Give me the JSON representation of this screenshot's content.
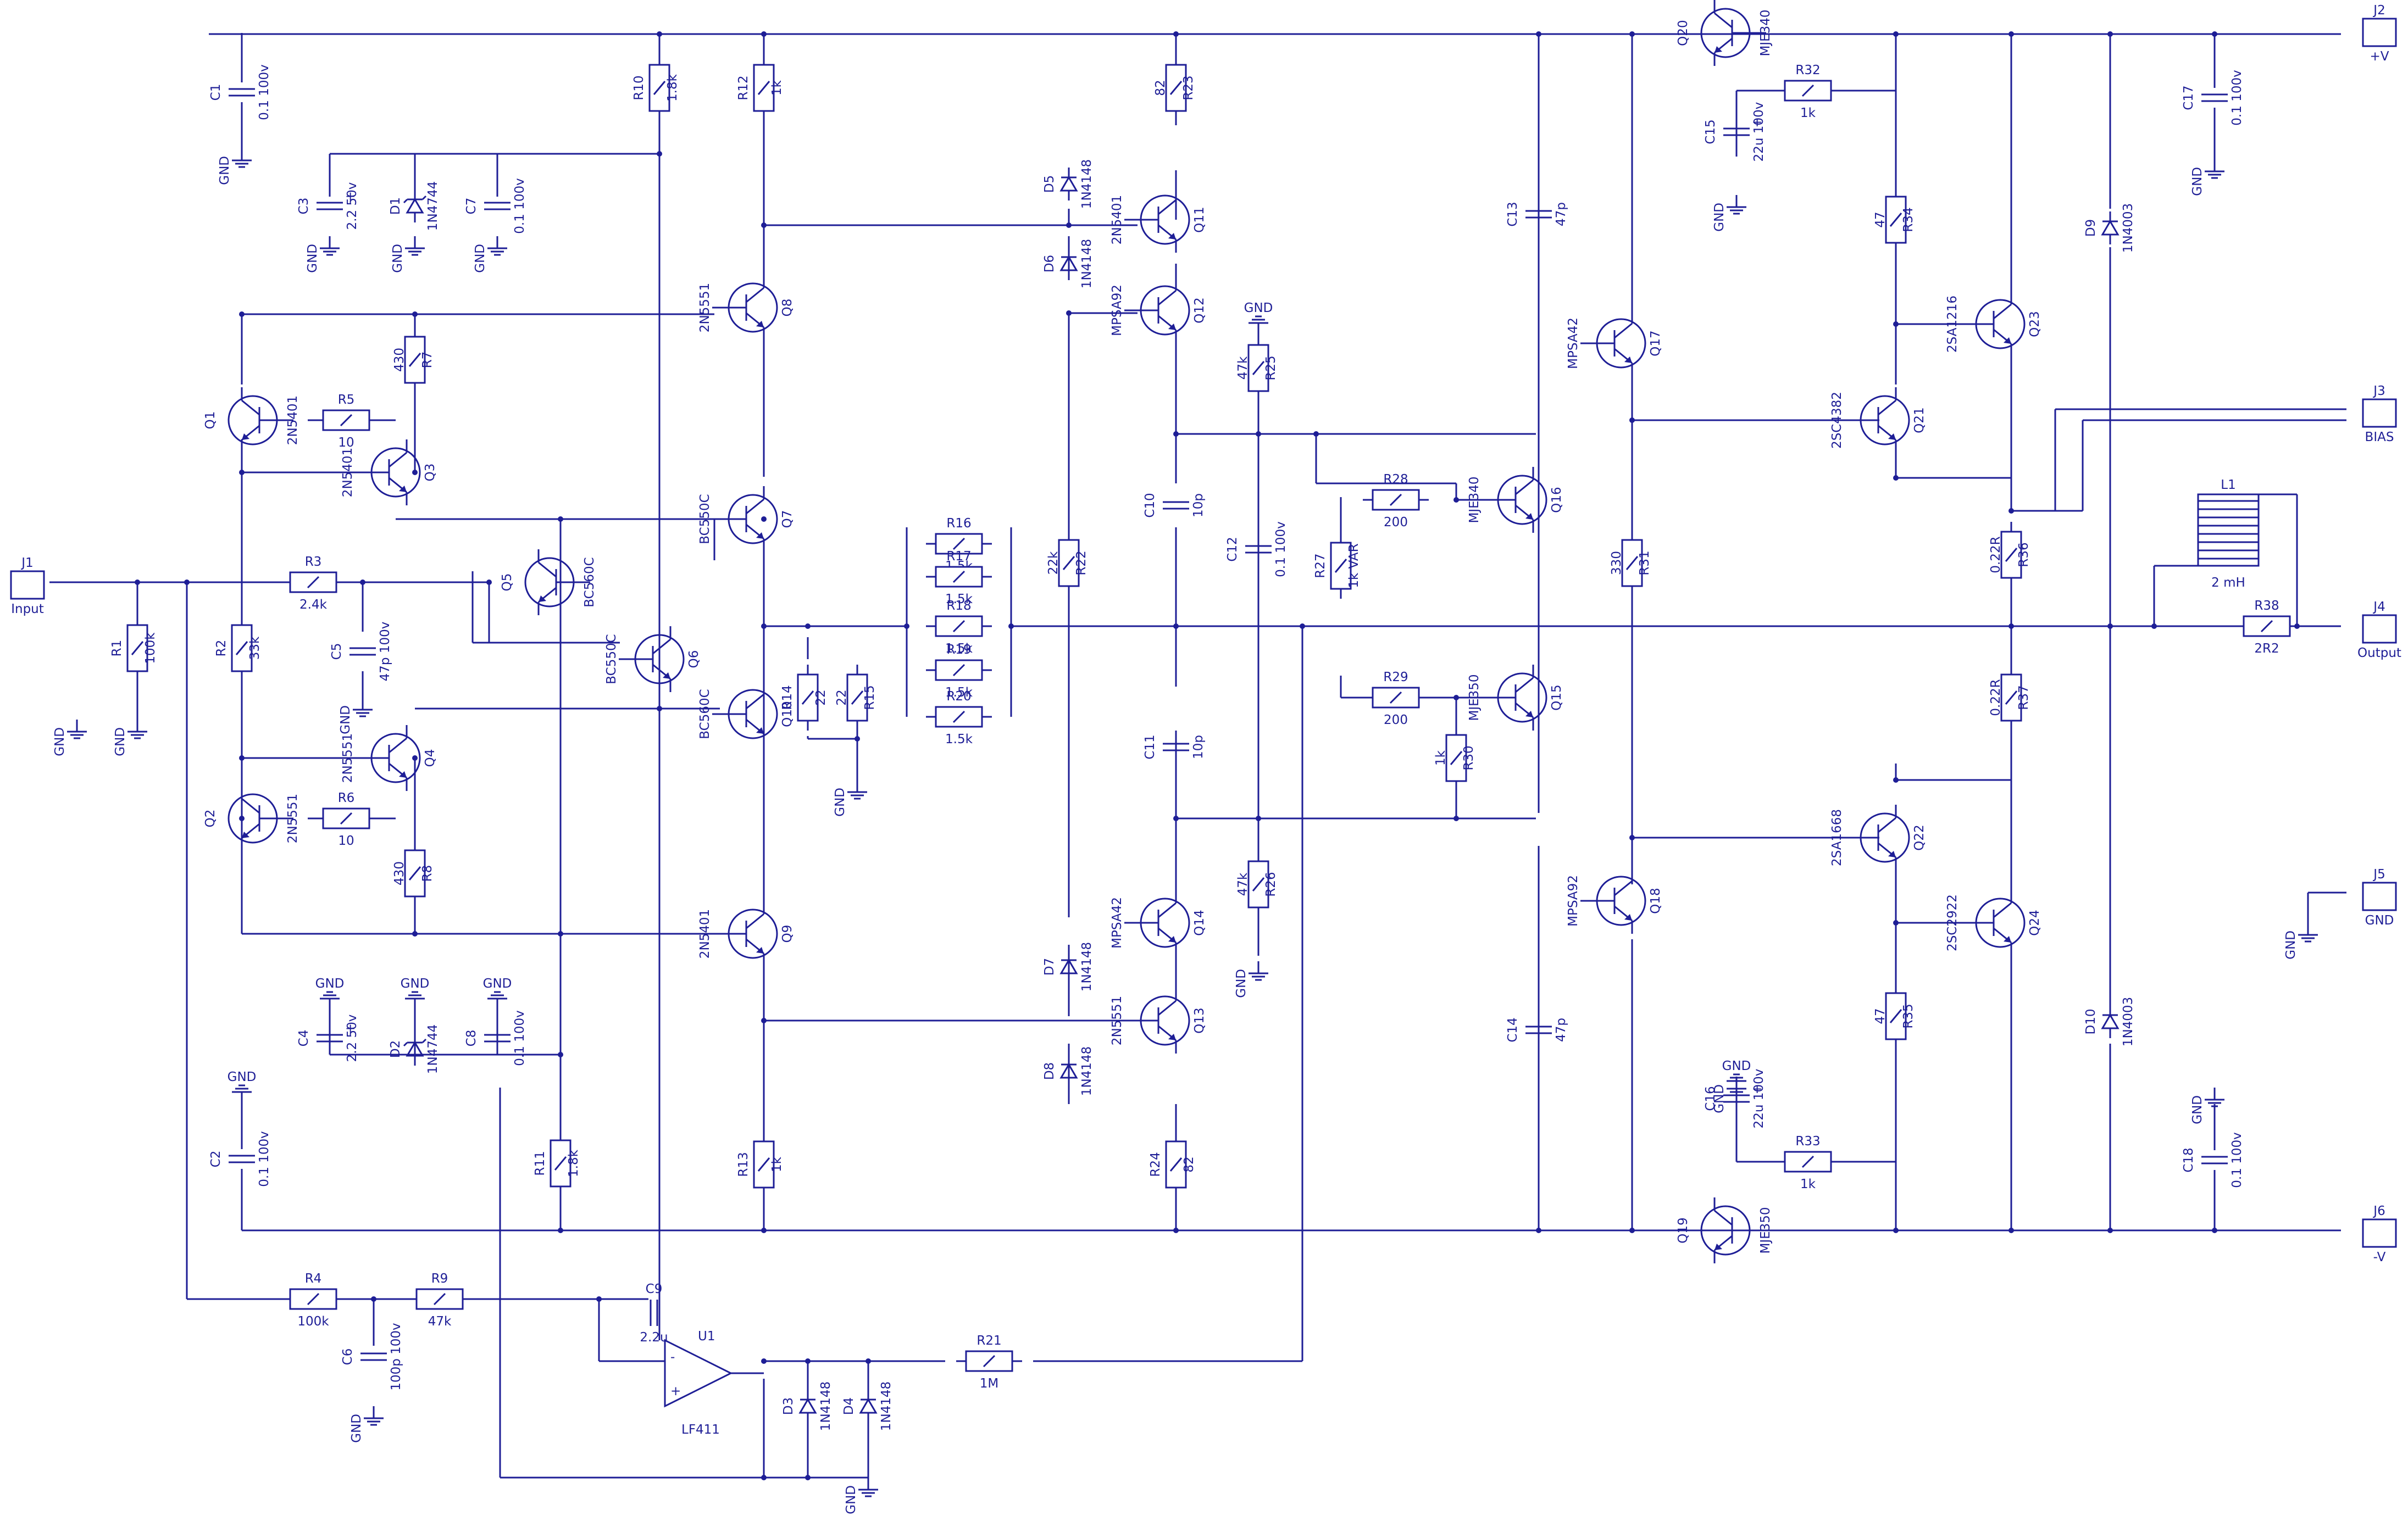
{
  "colors": {
    "ink": "#1e1e96",
    "background": "#ffffff"
  },
  "labels": {
    "gnd": "GND"
  },
  "connectors": [
    {
      "ref": "J1",
      "name": "Input"
    },
    {
      "ref": "J2",
      "name": "+V"
    },
    {
      "ref": "J3",
      "name": "BIAS"
    },
    {
      "ref": "J4",
      "name": "Output"
    },
    {
      "ref": "J5",
      "name": "GND"
    },
    {
      "ref": "J6",
      "name": "-V"
    }
  ],
  "resistors": [
    {
      "ref": "R1",
      "value": "100k"
    },
    {
      "ref": "R2",
      "value": "33k"
    },
    {
      "ref": "R3",
      "value": "2.4k"
    },
    {
      "ref": "R4",
      "value": "100k"
    },
    {
      "ref": "R5",
      "value": "10"
    },
    {
      "ref": "R6",
      "value": "10"
    },
    {
      "ref": "R7",
      "value": "430"
    },
    {
      "ref": "R8",
      "value": "430"
    },
    {
      "ref": "R9",
      "value": "47k"
    },
    {
      "ref": "R10",
      "value": "1.8k"
    },
    {
      "ref": "R11",
      "value": "1.8k"
    },
    {
      "ref": "R12",
      "value": "1k"
    },
    {
      "ref": "R13",
      "value": "1k"
    },
    {
      "ref": "R14",
      "value": "22"
    },
    {
      "ref": "R15",
      "value": "22"
    },
    {
      "ref": "R16",
      "value": "1.5k"
    },
    {
      "ref": "R17",
      "value": "1.5k"
    },
    {
      "ref": "R18",
      "value": "1.5k"
    },
    {
      "ref": "R19",
      "value": "1.5k"
    },
    {
      "ref": "R20",
      "value": "1.5k"
    },
    {
      "ref": "R21",
      "value": "1M"
    },
    {
      "ref": "R22",
      "value": "22k"
    },
    {
      "ref": "R23",
      "value": "82"
    },
    {
      "ref": "R24",
      "value": "82"
    },
    {
      "ref": "R25",
      "value": "47k"
    },
    {
      "ref": "R26",
      "value": "47k"
    },
    {
      "ref": "R27",
      "value": "1k VAR"
    },
    {
      "ref": "R28",
      "value": "200"
    },
    {
      "ref": "R29",
      "value": "200"
    },
    {
      "ref": "R30",
      "value": "1k"
    },
    {
      "ref": "R31",
      "value": "330"
    },
    {
      "ref": "R32",
      "value": "1k"
    },
    {
      "ref": "R33",
      "value": "1k"
    },
    {
      "ref": "R34",
      "value": "47"
    },
    {
      "ref": "R35",
      "value": "47"
    },
    {
      "ref": "R36",
      "value": "0.22R"
    },
    {
      "ref": "R37",
      "value": "0.22R"
    },
    {
      "ref": "R38",
      "value": "2R2"
    }
  ],
  "capacitors": [
    {
      "ref": "C1",
      "value": "0.1 100v"
    },
    {
      "ref": "C2",
      "value": "0.1 100v"
    },
    {
      "ref": "C3",
      "value": "2.2 50v"
    },
    {
      "ref": "C4",
      "value": "2.2 50v"
    },
    {
      "ref": "C5",
      "value": "47p 100v"
    },
    {
      "ref": "C6",
      "value": "100p 100v"
    },
    {
      "ref": "C7",
      "value": "0.1 100v"
    },
    {
      "ref": "C8",
      "value": "0.1 100v"
    },
    {
      "ref": "C9",
      "value": "2.2u"
    },
    {
      "ref": "C10",
      "value": "10p"
    },
    {
      "ref": "C11",
      "value": "10p"
    },
    {
      "ref": "C12",
      "value": "0.1 100v"
    },
    {
      "ref": "C13",
      "value": "47p"
    },
    {
      "ref": "C14",
      "value": "47p"
    },
    {
      "ref": "C15",
      "value": "22u 100v"
    },
    {
      "ref": "C16",
      "value": "22u 100v"
    },
    {
      "ref": "C17",
      "value": "0.1 100v"
    },
    {
      "ref": "C18",
      "value": "0.1 100v"
    }
  ],
  "diodes": [
    {
      "ref": "D1",
      "value": "1N4744"
    },
    {
      "ref": "D2",
      "value": "1N4744"
    },
    {
      "ref": "D3",
      "value": "1N4148"
    },
    {
      "ref": "D4",
      "value": "1N4148"
    },
    {
      "ref": "D5",
      "value": "1N4148"
    },
    {
      "ref": "D6",
      "value": "1N4148"
    },
    {
      "ref": "D7",
      "value": "1N4148"
    },
    {
      "ref": "D8",
      "value": "1N4148"
    },
    {
      "ref": "D9",
      "value": "1N4003"
    },
    {
      "ref": "D10",
      "value": "1N4003"
    }
  ],
  "transistors": [
    {
      "ref": "Q1",
      "value": "2N5401"
    },
    {
      "ref": "Q2",
      "value": "2N5551"
    },
    {
      "ref": "Q3",
      "value": "2N5401"
    },
    {
      "ref": "Q4",
      "value": "2N5551"
    },
    {
      "ref": "Q5",
      "value": "BC560C"
    },
    {
      "ref": "Q6",
      "value": "BC550C"
    },
    {
      "ref": "Q7",
      "value": "BC550C"
    },
    {
      "ref": "Q8",
      "value": "2N5551"
    },
    {
      "ref": "Q9",
      "value": "2N5401"
    },
    {
      "ref": "Q10",
      "value": "BC560C"
    },
    {
      "ref": "Q11",
      "value": "2N5401"
    },
    {
      "ref": "Q12",
      "value": "MPSA92"
    },
    {
      "ref": "Q13",
      "value": "2N5551"
    },
    {
      "ref": "Q14",
      "value": "MPSA42"
    },
    {
      "ref": "Q15",
      "value": "MJE350"
    },
    {
      "ref": "Q16",
      "value": "MJE340"
    },
    {
      "ref": "Q17",
      "value": "MPSA42"
    },
    {
      "ref": "Q18",
      "value": "MPSA92"
    },
    {
      "ref": "Q19",
      "value": "MJE350"
    },
    {
      "ref": "Q20",
      "value": "MJE340"
    },
    {
      "ref": "Q21",
      "value": "2SC4382"
    },
    {
      "ref": "Q22",
      "value": "2SA1668"
    },
    {
      "ref": "Q23",
      "value": "2SA1216"
    },
    {
      "ref": "Q24",
      "value": "2SC2922"
    }
  ],
  "ics": [
    {
      "ref": "U1",
      "value": "LF411"
    }
  ],
  "inductors": [
    {
      "ref": "L1",
      "value": "2 mH"
    }
  ]
}
